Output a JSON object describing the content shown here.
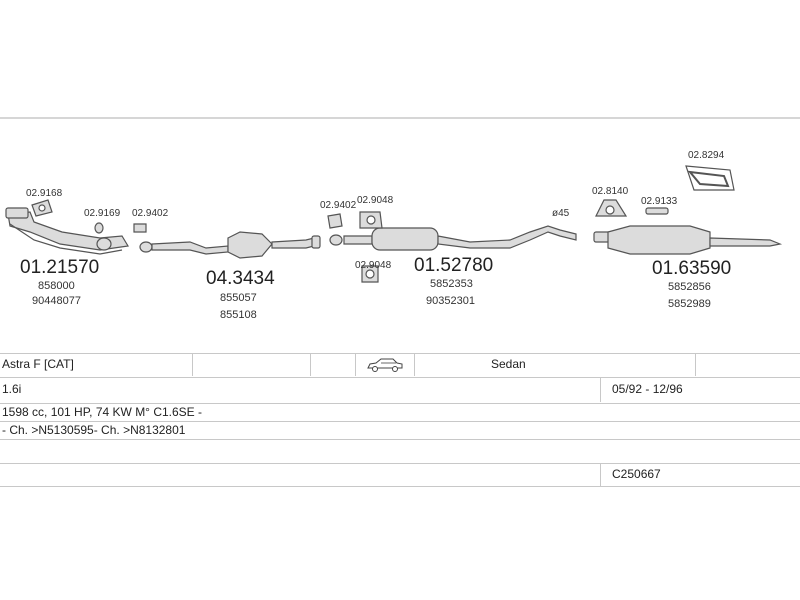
{
  "parts": {
    "p_029168": "02.9168",
    "p_029169": "02.9169",
    "p_029402a": "02.9402",
    "p_012157": "01.21570",
    "p_012157_oe1": "858000",
    "p_012157_oe2": "90448077",
    "p_043434": "04.3434",
    "p_043434_oe1": "855057",
    "p_043434_oe2": "855108",
    "p_029402b": "02.9402",
    "p_029048a": "02.9048",
    "p_029048b": "02.9048",
    "p_015278": "01.52780",
    "p_015278_oe1": "5852353",
    "p_015278_oe2": "90352301",
    "diameter": "ø45",
    "p_028140": "02.8140",
    "p_029133": "02.9133",
    "p_028294": "02.8294",
    "p_016359": "01.63590",
    "p_016359_oe1": "5852856",
    "p_016359_oe2": "5852989"
  },
  "vehicle": {
    "model": "Astra F  [CAT]",
    "body": "Sedan",
    "engine": "1.6i",
    "period": "05/92 - 12/96",
    "specs": "1598 cc, 101 HP, 74 KW M° C1.6SE -",
    "chassis": "- Ch. >N5130595- Ch. >N8132801",
    "code": "C250667"
  },
  "icons": {
    "car": "car-sedan-icon"
  },
  "colors": {
    "line": "#555555",
    "fill": "#dcdcdc",
    "grid": "#c8c8c8"
  }
}
